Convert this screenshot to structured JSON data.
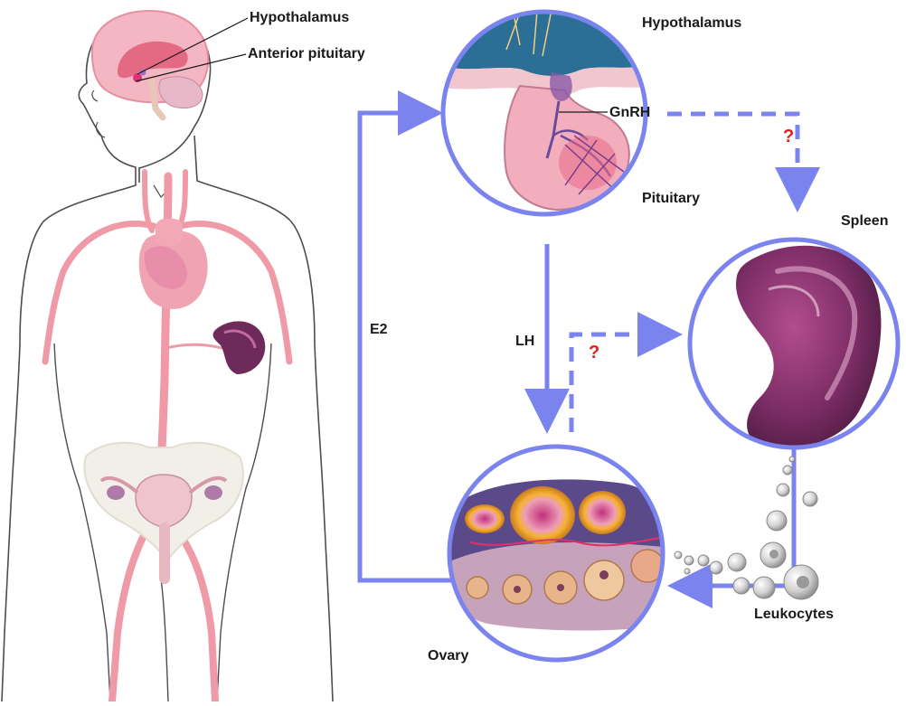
{
  "labels": {
    "body_hypothalamus": "Hypothalamus",
    "body_anterior_pituitary": "Anterior pituitary",
    "hypothalamus": "Hypothalamus",
    "gnrh": "GnRH",
    "pituitary": "Pituitary",
    "spleen": "Spleen",
    "e2": "E2",
    "lh": "LH",
    "leukocytes": "Leukocytes",
    "ovary": "Ovary",
    "question_top": "?",
    "question_mid": "?"
  },
  "colors": {
    "arrow": "#7b83ef",
    "question": "#e0201c",
    "artery": "#ef8f9a",
    "outline": "#5a5a5a",
    "spleen": "#6e2a5a",
    "ovary": "#7a4a8a",
    "follicle": "#f2a93b"
  }
}
